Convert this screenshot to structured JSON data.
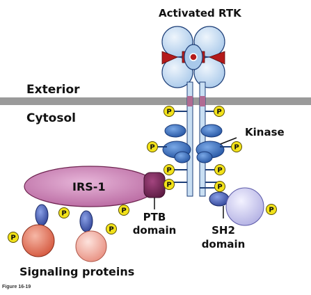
{
  "labels": {
    "activated_rtk": "Activated RTK",
    "exterior": "Exterior",
    "cytosol": "Cytosol",
    "kinase": "Kinase",
    "irs1": "IRS-1",
    "ptb_line1": "PTB",
    "ptb_line2": "domain",
    "sh2_line1": "SH2",
    "sh2_line2": "domain",
    "signaling_proteins": "Signaling proteins",
    "figure_caption": "Figure 16-19"
  },
  "phospho_label": "P",
  "colors": {
    "membrane": "#999999",
    "receptor_light": "#c9dff3",
    "receptor_mid": "#8fb8e3",
    "receptor_outline": "#1e3f78",
    "kinase_blue": "#3a6fc4",
    "ligand_red": "#b41a1a",
    "irs1_fill": "#cc83b6",
    "ptb_fill": "#6e2450",
    "phospho_yellow": "#f2e21a",
    "protein_salmon": "#e97a62",
    "protein_pink": "#f2a59a",
    "protein_lavender": "#c9c8ee",
    "adapter_blue": "#3b56b0"
  }
}
